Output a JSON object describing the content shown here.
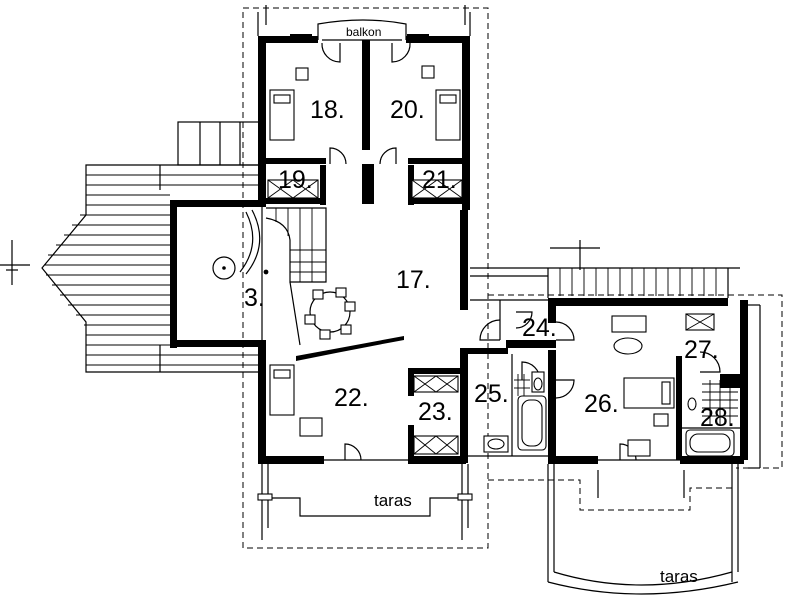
{
  "rooms": [
    {
      "id": "r3",
      "label": "3."
    },
    {
      "id": "r17",
      "label": "17."
    },
    {
      "id": "r18",
      "label": "18."
    },
    {
      "id": "r19",
      "label": "19."
    },
    {
      "id": "r20",
      "label": "20."
    },
    {
      "id": "r21",
      "label": "21."
    },
    {
      "id": "r22",
      "label": "22."
    },
    {
      "id": "r23",
      "label": "23."
    },
    {
      "id": "r24",
      "label": "24."
    },
    {
      "id": "r25",
      "label": "25."
    },
    {
      "id": "r26",
      "label": "26."
    },
    {
      "id": "r27",
      "label": "27."
    },
    {
      "id": "r28",
      "label": "28."
    }
  ],
  "labels": {
    "balkon": "balkon",
    "taras_left": "taras",
    "taras_right": "taras"
  }
}
